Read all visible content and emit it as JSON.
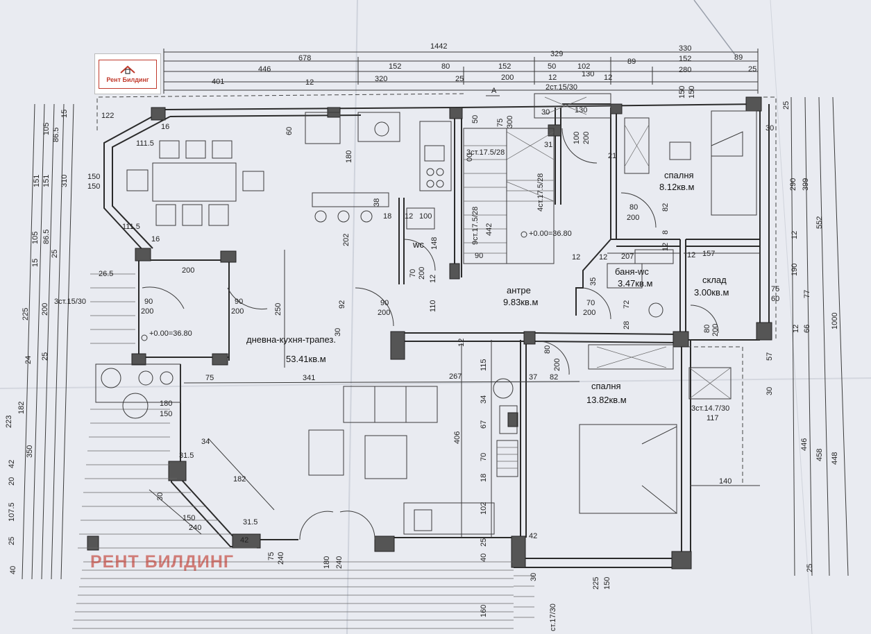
{
  "brand": {
    "name": "Рент Билдинг",
    "watermark": "РЕНТ БИЛДИНГ"
  },
  "rooms": {
    "living": {
      "name": "дневна-кухня-трапез.",
      "area": "53.41кв.м"
    },
    "entrance": {
      "name": "антре",
      "area": "9.83кв.м"
    },
    "bath": {
      "name": "баня-wc",
      "area": "3.47кв.м"
    },
    "storage": {
      "name": "склад",
      "area": "3.00кв.м"
    },
    "bedroom_small": {
      "name": "спалня",
      "area": "8.12кв.м"
    },
    "bedroom_large": {
      "name": "спалня",
      "area": "13.82кв.м"
    },
    "wc": {
      "name": "wc"
    }
  },
  "levels": {
    "entrance": "+0.00=36.80",
    "living": "+0.00=36.80"
  },
  "stairs": {
    "top_run": "2ст.15/30",
    "main_a": "3ст.17.5/28",
    "main_b": "4ст.17.5/28",
    "main_c": "9ст.17.5/28",
    "terrace": "3ст.15/30",
    "storage": "3ст.14.7/30",
    "bottom": "ст.17/30"
  },
  "section_mark": "A",
  "dims_top": {
    "row1": [
      "1442"
    ],
    "row2": [
      "678",
      "329",
      "330"
    ],
    "row3": [
      "446",
      "152",
      "80",
      "152",
      "50",
      "102",
      "89",
      "152",
      "89"
    ],
    "row4": [
      "401",
      "12",
      "320",
      "25",
      "200",
      "12",
      "130",
      "12",
      "280",
      "25"
    ]
  },
  "dims_left": {
    "upper": [
      "105",
      "86.5",
      "15",
      "151",
      "151",
      "310",
      "105",
      "86.5",
      "15",
      "25"
    ],
    "lower": [
      "225",
      "200",
      "24",
      "25",
      "223",
      "182",
      "350",
      "42",
      "20",
      "107.5",
      "25",
      "40"
    ]
  },
  "dims_right": [
    "25",
    "290",
    "399",
    "552",
    "12",
    "190",
    "77",
    "66",
    "12",
    "1000",
    "446",
    "458",
    "448",
    "25"
  ],
  "doors": {
    "d1": [
      "90",
      "200"
    ],
    "d2": [
      "90",
      "200"
    ],
    "d3": [
      "90",
      "200"
    ],
    "d4": [
      "70",
      "200"
    ],
    "d5": [
      "70",
      "200"
    ],
    "d6": [
      "80",
      "200"
    ],
    "d7": [
      "80",
      "200"
    ],
    "d8": [
      "80",
      "200"
    ],
    "d9": [
      "100",
      "200"
    ]
  },
  "dims_inner": {
    "living_h": [
      "75",
      "341",
      "267",
      "37",
      "82"
    ],
    "living_v": [
      "250",
      "202",
      "92",
      "406",
      "115",
      "34",
      "67",
      "70",
      "18",
      "102",
      "25",
      "40",
      "160"
    ],
    "kitchen": [
      "60",
      "180",
      "38",
      "18",
      "12",
      "100",
      "148",
      "110",
      "12",
      "30",
      "12"
    ],
    "stair": [
      "75",
      "300",
      "50",
      "31",
      "00",
      "442",
      "90",
      "12"
    ],
    "bath": [
      "12",
      "207",
      "157",
      "35",
      "72",
      "28",
      "12",
      "75",
      "60"
    ],
    "bedroom": [
      "130",
      "30",
      "150",
      "150",
      "21",
      "82",
      "8",
      "12",
      "30",
      "30",
      "57",
      "117",
      "140"
    ],
    "terrace": [
      "122",
      "150",
      "150",
      "111.5",
      "111.5",
      "200",
      "16",
      "16",
      "26.5",
      "180",
      "150"
    ],
    "bay": [
      "31.5",
      "182",
      "34",
      "30",
      "150",
      "240",
      "31.5",
      "42",
      "75",
      "240",
      "180",
      "240"
    ],
    "bottom": [
      "42",
      "225",
      "150",
      "30"
    ]
  }
}
